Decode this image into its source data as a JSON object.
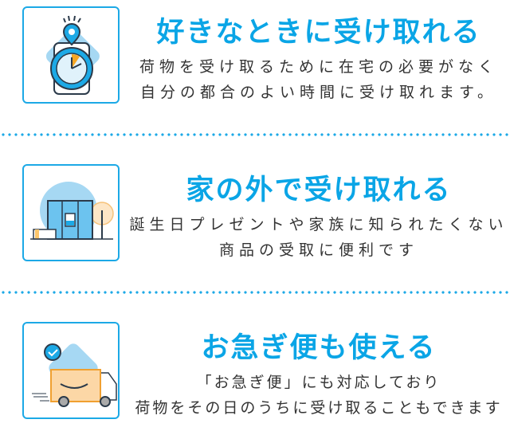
{
  "colors": {
    "accent": "#0aa5e6",
    "text": "#333333"
  },
  "features": [
    {
      "icon": "watch-location-icon",
      "title": "好きなときに受け取れる",
      "lines": [
        "荷物を受け取るために在宅の必要がなく",
        "自分の都合のよい時間に受け取れます。"
      ]
    },
    {
      "icon": "locker-icon",
      "title": "家の外で受け取れる",
      "lines": [
        "誕生日プレゼントや家族に知られたくない",
        "商品の受取に便利です"
      ]
    },
    {
      "icon": "delivery-truck-icon",
      "title": "お急ぎ便も使える",
      "lines": [
        "「お急ぎ便」にも対応しており",
        "荷物をその日のうちに受け取ることもできます"
      ]
    }
  ]
}
